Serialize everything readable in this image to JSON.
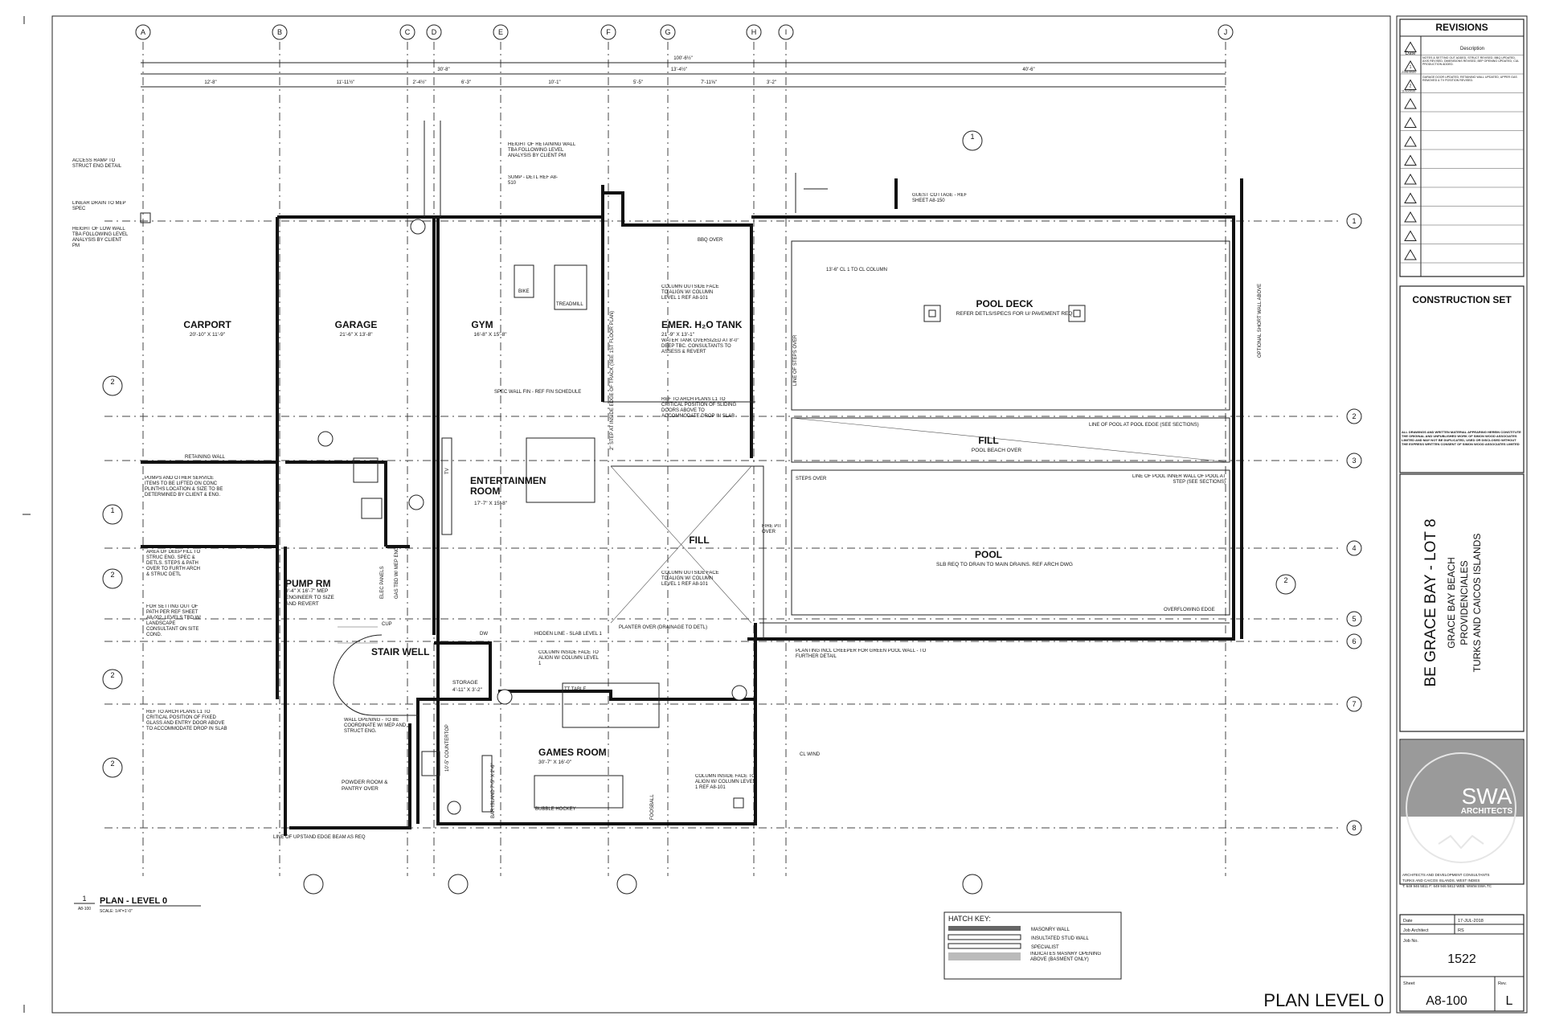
{
  "grid_columns": [
    "A",
    "B",
    "C",
    "D",
    "E",
    "F",
    "G",
    "H",
    "I",
    "J"
  ],
  "grid_rows": [
    "1",
    "2",
    "3",
    "4",
    "5",
    "6",
    "7",
    "8"
  ],
  "dimensions_top": {
    "overall": "100'-6½\"",
    "segments": [
      "12'-8\"",
      "11'-11½\"",
      "2'-4½\"",
      "6'-3\"",
      "10'-1\"",
      "5'-5\"",
      "7'-11⅝\"",
      "3'-2\"",
      "40'-6\""
    ],
    "groups": [
      "30'-8\"",
      "13'-4½\""
    ]
  },
  "rooms": {
    "carport": {
      "name": "CARPORT",
      "size": "20'-10\" X 11'-9\""
    },
    "garage": {
      "name": "GARAGE",
      "size": "21'-6\" X 13'-8\""
    },
    "gym": {
      "name": "GYM",
      "size": "16'-8\" X 15'-8\""
    },
    "tank": {
      "name": "EMER. H₂O TANK",
      "size": "21'-9\" X 13'-1\"",
      "note": "WATER TANK OVERSIZED AT 8'-0\" DEEP TBC. CONSULTANTS TO ASSESS & REVERT"
    },
    "pooldeck": {
      "name": "POOL DECK",
      "size": "REFER DETLS/SPECS FOR U/ PAVEMENT REQ"
    },
    "fill1": {
      "name": "FILL",
      "size": "POOL BEACH OVER"
    },
    "fill2": {
      "name": "FILL"
    },
    "pool": {
      "name": "POOL",
      "size": "SLB REQ TO DRAIN TO MAIN DRAINS. REF ARCH DWG"
    },
    "entertainment": {
      "name": "ENTERTAINMENT ROOM",
      "size": "17'-7\" X 15'-8\""
    },
    "pumprm": {
      "name": "PUMP RM",
      "size": "9'-4\" X 16'-7\" MEP ENGINEER TO SIZE AND REVERT"
    },
    "stairwell": {
      "name": "STAIR WELL"
    },
    "games": {
      "name": "GAMES ROOM",
      "size": "30'-7\" X 16'-0\""
    },
    "powder": {
      "name": "POWDER ROOM & PANTRY OVER"
    },
    "storage": {
      "name": "STORAGE",
      "size": "4'-11\" X 3'-2\""
    }
  },
  "notes": {
    "access_ramp": "ACCESS RAMP TO STRUCT ENG DETAIL",
    "linear_drain": "LINEAR DRAIN TO MEP SPEC",
    "low_wall": "HEIGHT OF LOW WALL TBA FOLLOWING LEVEL ANALYSIS BY CLIENT PM",
    "retaining_height": "HEIGHT OF RETAINING WALL TBA FOLLOWING LEVEL ANALYSIS BY CLIENT PM",
    "sump": "SUMP - DETL REF A8-510",
    "guest_cottage": "GUEST COTTAGE - REF SHEET A8-150",
    "bbq": "BBQ OVER",
    "column1": "COLUMN OUTSIDE FACE TO ALIGN W/ COLUMN LEVEL 1 REF A8-101",
    "spec_wall": "SPEC WALL FIN - REF FIN SCHEDULE",
    "ref_arch": "REF TO ARCH PLANS L1 TO CRITICAL POSITION OF SLIDING DOORS ABOVE TO ACCOMMODATE DROP IN SLAB",
    "retaining_wall": "RETAINING WALL",
    "pumps": "PUMPS AND OTHER SERVICE ITEMS TO BE LIFTED ON CONC PLINTHS LOCATION & SIZE TO BE DETERMINED BY CLIENT & ENG.",
    "deep_fill": "AREA OF DEEP FILL TO STRUC ENG. SPEC & DETLS. STEPS & PATH OVER TO FURTH ARCH & STRUC DETL",
    "setting_out": "FOR SETTING OUT OF PATH PER REF SHEET A8-002. LEVELS TBD W/ LANDSCAPE CONSULTANT ON SITE COND.",
    "fixed_glass": "REF TO ARCH PLANS L1 TO CRITICAL POSITION OF FIXED GLASS AND ENTRY DOOR ABOVE TO ACCOMMODATE DROP IN SLAB",
    "wall_opening": "WALL OPENING - TO BE COORDINATE W/ MEP AND STRUCT ENG.",
    "upstand": "LINE OF UPSTAND EDGE BEAM AS REQ",
    "hidden_line": "HIDDEN LINE - SLAB LEVEL 1",
    "column_inside": "COLUMN INSIDE FACE TO ALIGN W/ COLUMN LEVEL 1",
    "planter": "PLANTER OVER (DRAINAGE TO DETL)",
    "planting": "PLANTING INCL CREEPER FOR GREEN POOL WALL - TO FURTHER DETAIL",
    "pool_edge": "LINE OF POOL AT POOL EDGE (SEE SECTIONS)",
    "pool_inner": "LINE OF POOL INNER WALL OF POOL AT STEP (SEE SECTIONS)",
    "overflowing": "OVERFLOWING EDGE",
    "steps_over": "STEPS OVER",
    "fire_pit": "FIRE PIT OVER",
    "line_steps": "LINE OF STEPS OVER",
    "optional_wall": "OPTIONAL SHORT WALL ABOVE",
    "track": "2\" STEP AT INSIDE EDGE OF TRACK (SEE 1ST FLOOR PLAN)",
    "pool_col": "13'-6\" CL 1 TO CL COLUMN",
    "cl_wind": "CL WIND",
    "column_inside2": "COLUMN INSIDE FACE TO ALIGN W/ COLUMN LEVEL 1 REF A8-101",
    "bike": "BIKE",
    "treadmill": "TREADMILL",
    "tt_table": "TT TABLE",
    "bubble_hockey": "BUBBLE HOCKEY",
    "foosball": "FOOSBALL",
    "bar_island": "BAR ISLAND 7'-5\" X 2'-6\"",
    "counter": "10'-5\" COUNTERTOP",
    "elec": "ELEC PANELS",
    "gas": "GAS TBD W/ MEP ENG",
    "tv": "TV",
    "dw": "DW",
    "cup": "CUP"
  },
  "plan_title": {
    "number": "1",
    "ref": "A8-100",
    "title": "PLAN - LEVEL 0",
    "scale": "SCALE: 1/4\"=1'-0\""
  },
  "hatch_key": {
    "title": "HATCH KEY:",
    "items": [
      "MASONRY WALL",
      "INSULTATED STUD WALL",
      "SPECIALIST",
      "INDICATES MASNRY OPENING ABOVE (BASMENT ONLY)"
    ]
  },
  "sheet_name": "PLAN LEVEL 0",
  "title_block": {
    "revisions_title": "REVISIONS",
    "rev_headers": [
      "Date",
      "Description"
    ],
    "revisions": [
      {
        "mark": "1",
        "date": "21/01/2020",
        "desc": "NOTES & SETTING OUT ADDED, STRUCT REVISED, BBQ UPDATED, AXIS REVISED, DIMENSIONS REVISED, BEP OPENING UPDATED, CUL PRODUCTION ADDED."
      },
      {
        "mark": "2",
        "date": "11/10/2020",
        "desc": "GARAGE DOOR UPDATED, RETAINING WALL UPDATED, UPPER GAS REMOVED & TV POSITION REVISED."
      }
    ],
    "construction_set": "CONSTRUCTION SET",
    "copyright": "ALL DRAWINGS AND WRITTEN MATERIAL APPEARING HEREIN CONSTITUTE THE ORIGINAL AND UNPUBLISHED WORK OF SIMON WOOD ASSOCIATES LIMITED AND MAY NOT BE DUPLICATED, USED OR DISCLOSED WITHOUT THE EXPRESS WRITTEN CONSENT OF SIMON WOOD ASSOCIATES LIMITED",
    "project": "BE GRACE BAY - LOT 8",
    "address": [
      "GRACE BAY BEACH",
      "PROVIDENCIALES",
      "TURKS AND CAICOS ISLANDS"
    ],
    "logo": "SWA",
    "logo_sub": "ARCHITECTS",
    "firm": "ARCHITECTS AND DEVELOPMENT CONSULTANTS",
    "firm_loc": "TURKS AND CAICOS ISLANDS, WEST INDIES",
    "firm_contact": "T: 649 946 5811  F: 649 946 5812  WEB: WWW.SWA.TC",
    "date_label": "Date",
    "date": "17-JUL-2018",
    "job_arch_label": "Job Architect",
    "job_arch": "RS",
    "job_no_label": "Job No.",
    "job_no": "1522",
    "sheet_label": "Sheet",
    "sheet": "A8-100",
    "rev_label": "Rev.",
    "rev": "L"
  }
}
